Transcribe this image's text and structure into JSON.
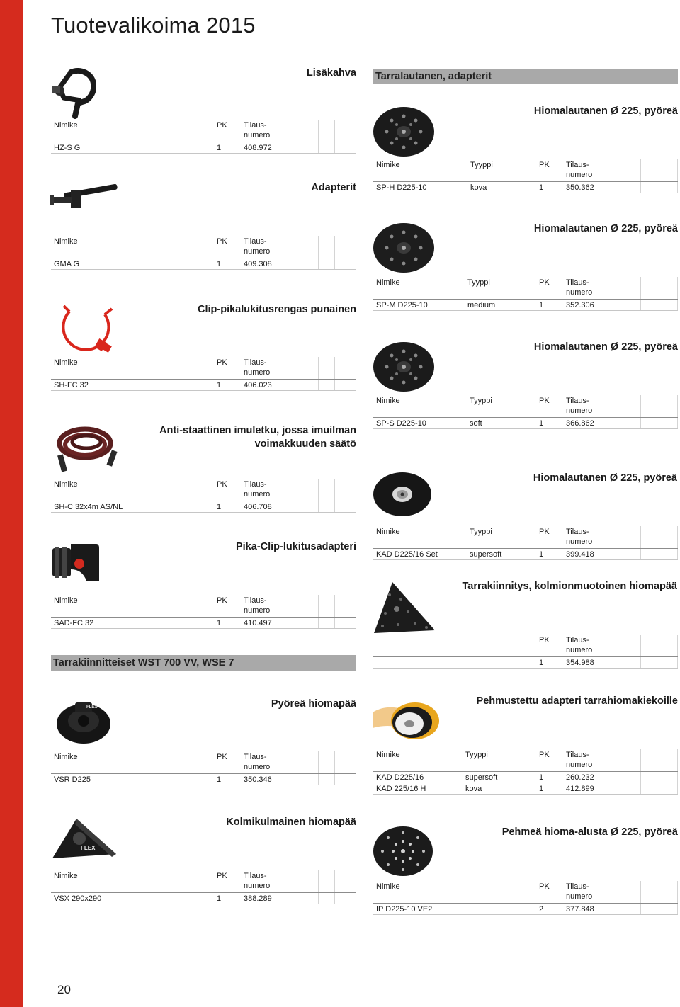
{
  "page": {
    "title": "Tuotevalikoima 2015",
    "number": "20"
  },
  "sections": {
    "tarralautanen": "Tarralautanen, adapterit",
    "wst": "Tarrakiinnitteiset WST 700 VV, WSE 7"
  },
  "cols": {
    "nimike": "Nimike",
    "tyyppi": "Tyyppi",
    "pk": "PK",
    "tilaus1": "Tilaus-",
    "tilaus2": "numero"
  },
  "left": [
    {
      "heading": "Lisäkahva",
      "rows": [
        {
          "nimike": "HZ-S G",
          "pk": "1",
          "tilaus": "408.972"
        }
      ]
    },
    {
      "heading": "Adapterit",
      "rows": [
        {
          "nimike": "GMA G",
          "pk": "1",
          "tilaus": "409.308"
        }
      ]
    },
    {
      "heading": "Clip-pikalukitusrengas punainen",
      "rows": [
        {
          "nimike": "SH-FC 32",
          "pk": "1",
          "tilaus": "406.023"
        }
      ]
    },
    {
      "heading_line1": "Anti-staattinen imuletku, jossa imuilman",
      "heading_line2": "voimakkuuden säätö",
      "rows": [
        {
          "nimike": "SH-C 32x4m AS/NL",
          "pk": "1",
          "tilaus": "406.708"
        }
      ]
    },
    {
      "heading": "Pika-Clip-lukitusadapteri",
      "rows": [
        {
          "nimike": "SAD-FC 32",
          "pk": "1",
          "tilaus": "410.497"
        }
      ]
    },
    {
      "heading": "Pyöreä hiomapää",
      "rows": [
        {
          "nimike": "VSR D225",
          "pk": "1",
          "tilaus": "350.346"
        }
      ]
    },
    {
      "heading": "Kolmikulmainen hiomapää",
      "rows": [
        {
          "nimike": "VSX 290x290",
          "pk": "1",
          "tilaus": "388.289"
        }
      ]
    }
  ],
  "right": [
    {
      "heading": "Hiomalautanen Ø 225, pyöreä",
      "rows": [
        {
          "nimike": "SP-H D225-10",
          "tyyppi": "kova",
          "pk": "1",
          "tilaus": "350.362"
        }
      ]
    },
    {
      "heading": "Hiomalautanen Ø 225, pyöreä",
      "rows": [
        {
          "nimike": "SP-M D225-10",
          "tyyppi": "medium",
          "pk": "1",
          "tilaus": "352.306"
        }
      ]
    },
    {
      "heading": "Hiomalautanen Ø 225, pyöreä",
      "rows": [
        {
          "nimike": "SP-S D225-10",
          "tyyppi": "soft",
          "pk": "1",
          "tilaus": "366.862"
        }
      ]
    },
    {
      "heading": "Hiomalautanen Ø 225, pyöreä",
      "rows": [
        {
          "nimike": "KAD D225/16 Set",
          "tyyppi": "supersoft",
          "pk": "1",
          "tilaus": "399.418"
        }
      ]
    },
    {
      "heading": "Tarrakiinnitys, kolmionmuotoinen hiomapää",
      "rows": [
        {
          "pk": "1",
          "tilaus": "354.988"
        }
      ]
    },
    {
      "heading": "Pehmustettu adapteri tarrahiomakiekoille",
      "rows": [
        {
          "nimike": "KAD D225/16",
          "tyyppi": "supersoft",
          "pk": "1",
          "tilaus": "260.232"
        },
        {
          "nimike": "KAD 225/16 H",
          "tyyppi": "kova",
          "pk": "1",
          "tilaus": "412.899"
        }
      ]
    },
    {
      "heading": "Pehmeä hioma-alusta Ø 225, pyöreä",
      "rows": [
        {
          "nimike": "IP D225-10 VE2",
          "pk": "2",
          "tilaus": "377.848"
        }
      ]
    }
  ],
  "images": {
    "brand_label": "FLEX"
  },
  "colors": {
    "accent_red": "#d52b1e",
    "section_bar": "#a9a9a9"
  }
}
